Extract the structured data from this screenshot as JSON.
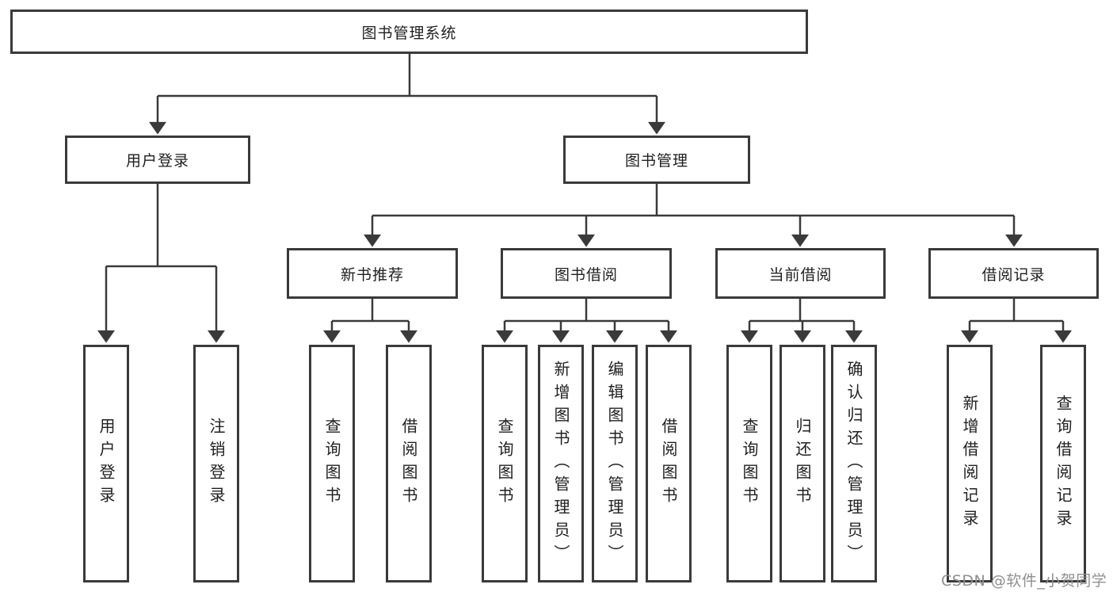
{
  "diagram": {
    "title": "图书管理系统",
    "level2": [
      {
        "label": "用户登录",
        "children": [
          "用户登录",
          "注销登录"
        ]
      },
      {
        "label": "图书管理"
      }
    ],
    "level3": [
      {
        "label": "新书推荐",
        "children": [
          "查询图书",
          "借阅图书"
        ]
      },
      {
        "label": "图书借阅",
        "children": [
          "查询图书",
          "新增图书（管理员）",
          "编辑图书（管理员）",
          "借阅图书"
        ]
      },
      {
        "label": "当前借阅",
        "children": [
          "查询图书",
          "归还图书",
          "确认归还（管理员）"
        ]
      },
      {
        "label": "借阅记录",
        "children": [
          "新增借阅记录",
          "查询借阅记录"
        ]
      }
    ]
  },
  "watermark": "CSDN @软件_小贺同学",
  "colors": {
    "line": "#3a3a3a",
    "node_border": "#3a3a3a",
    "node_background": "#ffffff",
    "text": "#1f1f1f",
    "watermark": "#8f8f8f",
    "background": "#ffffff"
  }
}
